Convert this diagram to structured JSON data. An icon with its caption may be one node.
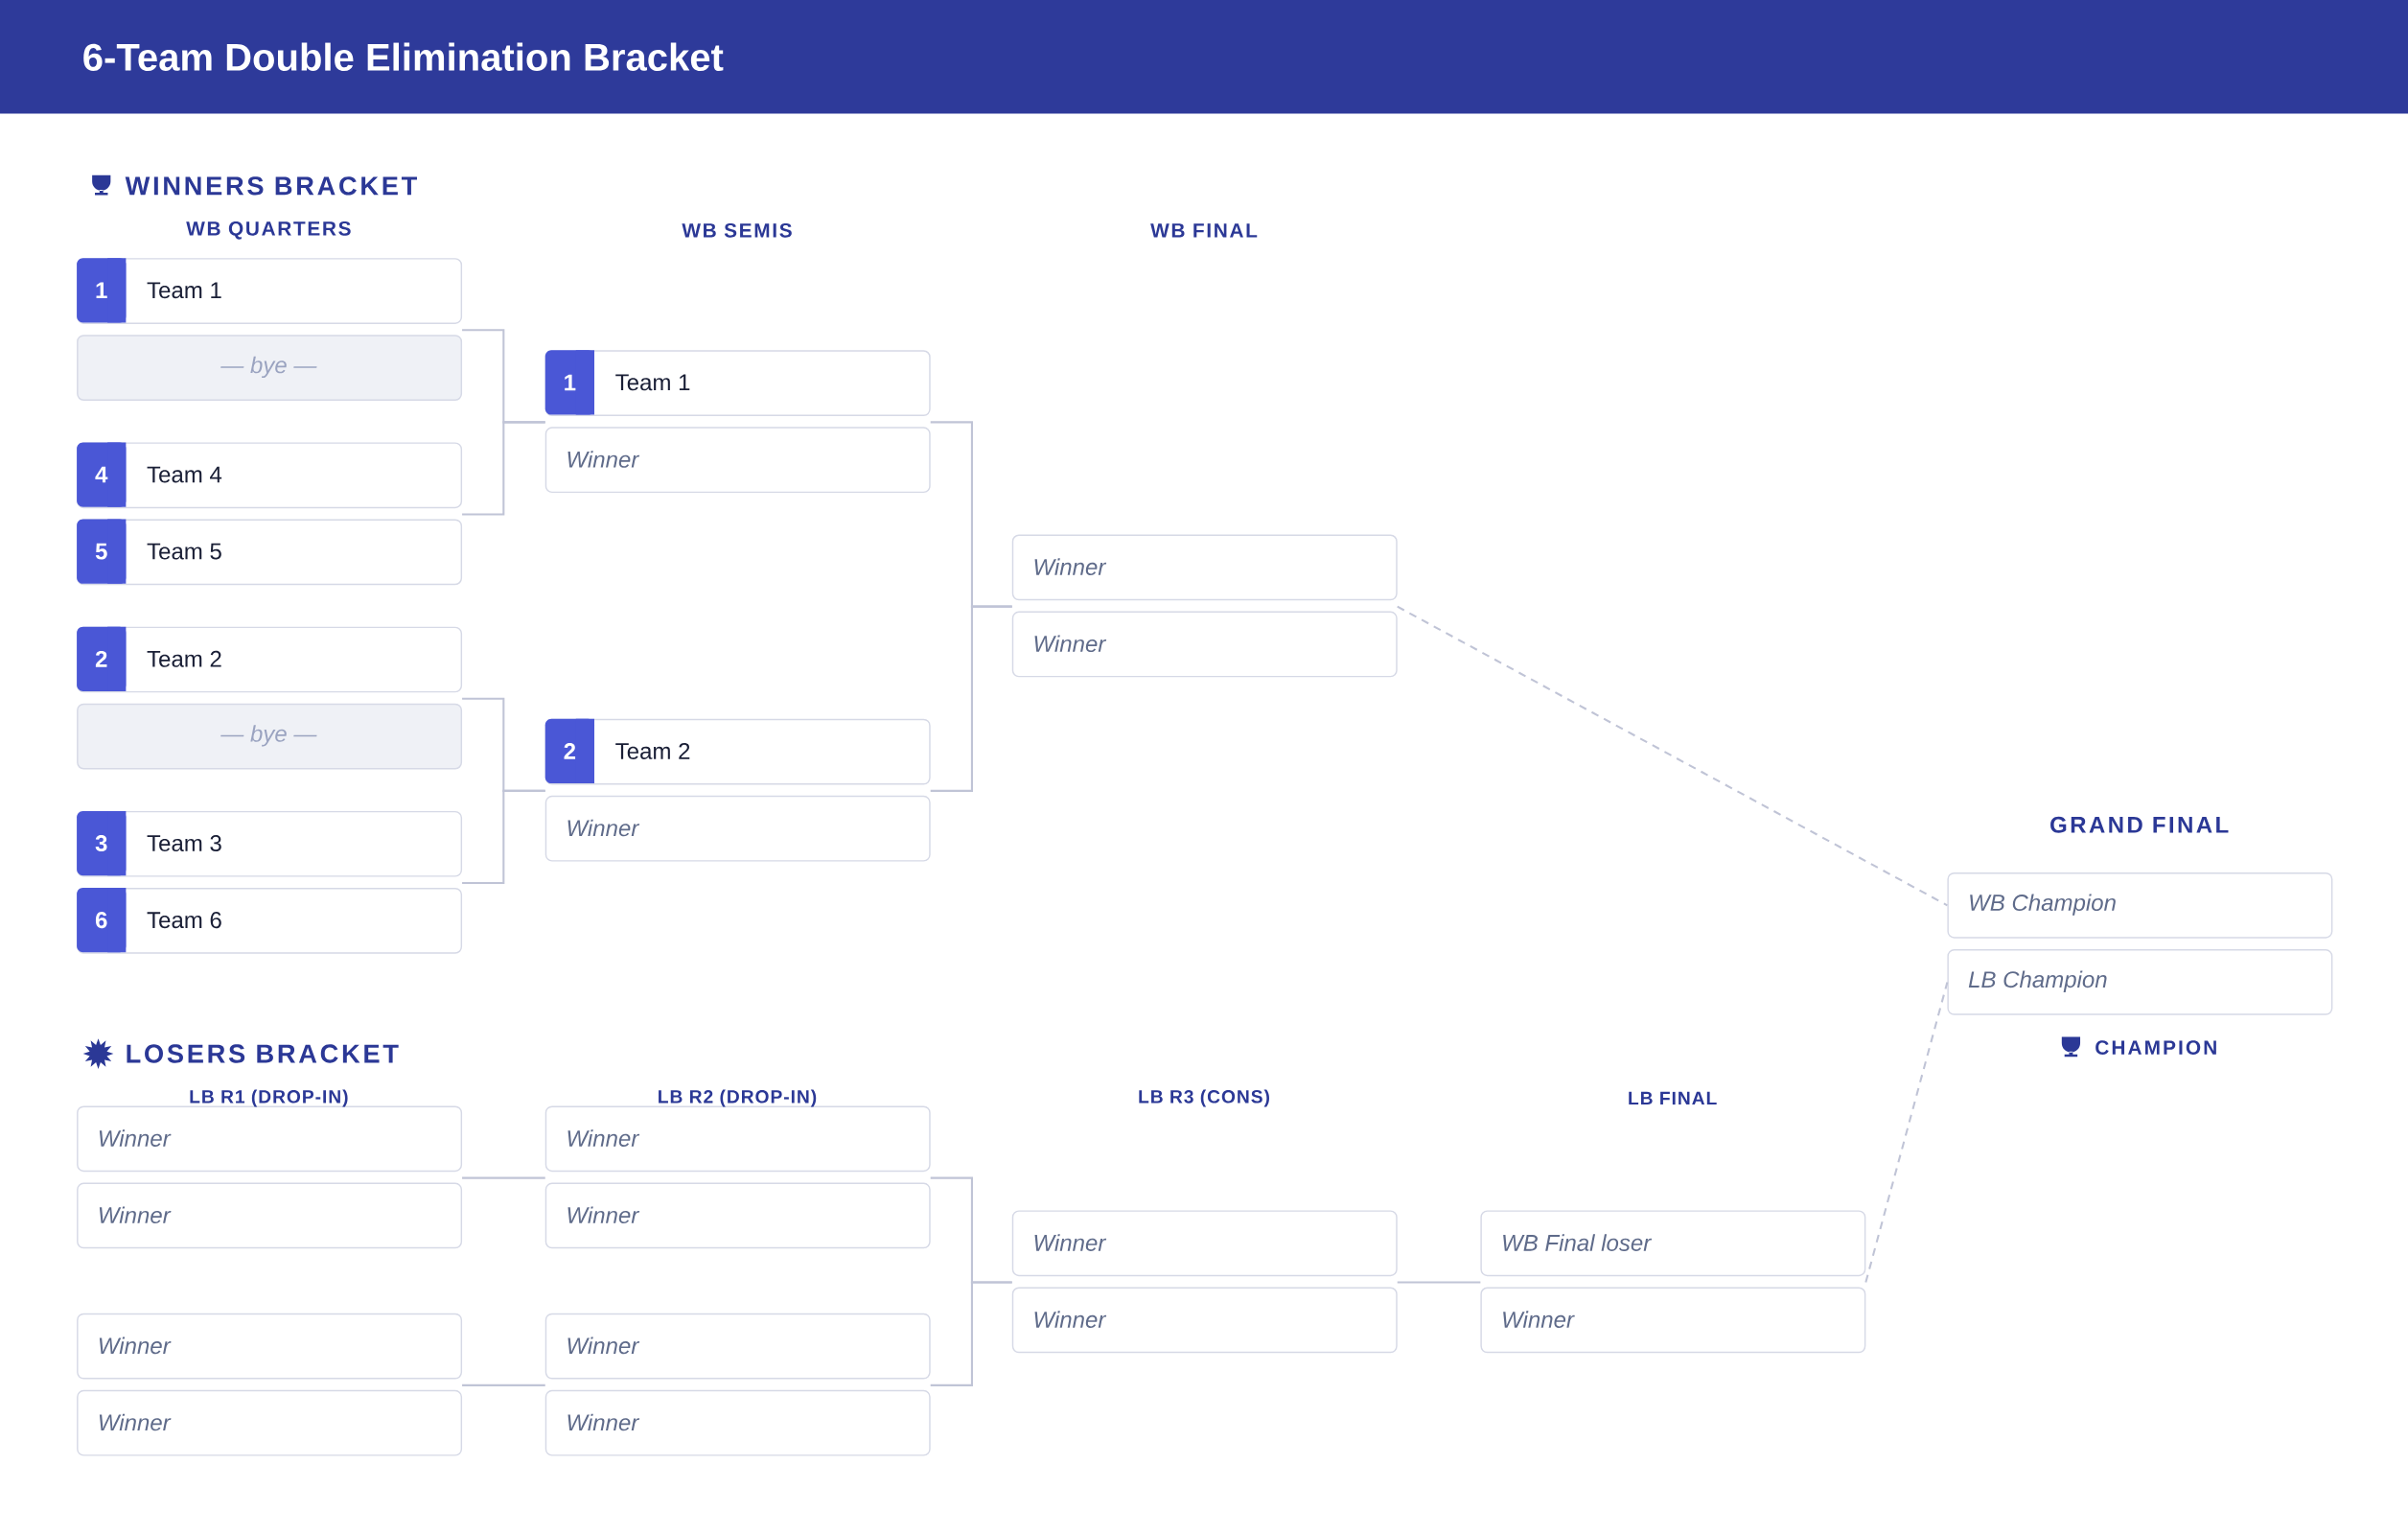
{
  "diagram": {
    "title": "6-Team Double Elimination Bracket",
    "nodes": [
      {
        "text": [
          "1",
          "Team 1"
        ]
      },
      {
        "text": [
          "— bye —"
        ]
      },
      {
        "text": [
          "4",
          "Team 4"
        ]
      },
      {
        "text": [
          "5",
          "Team 5"
        ]
      },
      {
        "text": [
          "2",
          "Team 2"
        ]
      },
      {
        "text": [
          "— bye —"
        ]
      },
      {
        "text": [
          "3",
          "Team 3"
        ]
      },
      {
        "text": [
          "6",
          "Team 6"
        ]
      },
      {
        "text": [
          "1",
          "Team 1"
        ]
      },
      {
        "text": [
          "Winner"
        ]
      },
      {
        "text": [
          "2",
          "Team 2"
        ]
      },
      {
        "text": [
          "Winner"
        ]
      },
      {
        "text": [
          "Winner"
        ]
      },
      {
        "text": [
          "Winner"
        ]
      },
      {
        "text": [
          "WB Champion"
        ]
      },
      {
        "text": [
          "LB Champion"
        ]
      },
      {
        "text": [
          "Winner"
        ]
      },
      {
        "text": [
          "Winner"
        ]
      },
      {
        "text": [
          "Winner"
        ]
      },
      {
        "text": [
          "Winner"
        ]
      },
      {
        "text": [
          "Winner"
        ]
      },
      {
        "text": [
          "Winner"
        ]
      },
      {
        "text": [
          "Winner"
        ]
      },
      {
        "text": [
          "Winner"
        ]
      },
      {
        "text": [
          "Winner"
        ]
      },
      {
        "text": [
          "Winner"
        ]
      },
      {
        "text": [
          "WB Final loser"
        ]
      },
      {
        "text": [
          "Winner"
        ]
      }
    ],
    "edges": [
      {
        "from": 0,
        "to": 8,
        "arrow": "none"
      },
      {
        "from": 2,
        "to": 8,
        "arrow": "none"
      },
      {
        "from": 4,
        "to": 10,
        "arrow": "none"
      },
      {
        "from": 6,
        "to": 10,
        "arrow": "none"
      },
      {
        "from": 8,
        "to": 12,
        "arrow": "none"
      },
      {
        "from": 10,
        "to": 12,
        "arrow": "none"
      },
      {
        "from": 12,
        "to": 14,
        "arrow": "none",
        "style": "dashed"
      },
      {
        "from": 16,
        "to": 20,
        "arrow": "none"
      },
      {
        "from": 18,
        "to": 22,
        "arrow": "none"
      },
      {
        "from": 20,
        "to": 24,
        "arrow": "none"
      },
      {
        "from": 22,
        "to": 24,
        "arrow": "none"
      },
      {
        "from": 24,
        "to": 26,
        "arrow": "none"
      },
      {
        "from": 26,
        "to": 15,
        "arrow": "none",
        "style": "dashed"
      }
    ],
    "labels": [
      "WINNERS BRACKET",
      "WB QUARTERS",
      "WB SEMIS",
      "WB FINAL",
      "GRAND FINAL",
      "LOSERS BRACKET",
      "CHAMPION",
      "LB R1 (DROP-IN)",
      "LB R2 (DROP-IN)",
      "LB R3 (CONS)",
      "LB FINAL"
    ]
  }
}
